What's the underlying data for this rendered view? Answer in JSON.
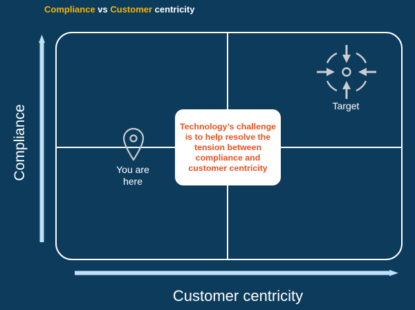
{
  "title": {
    "part1": "Compliance",
    "part2": " vs ",
    "part3": "Customer",
    "part4": " centricity"
  },
  "axes": {
    "y_label": "Compliance",
    "x_label": "Customer centricity"
  },
  "you_are_here": {
    "label_line1": "You are",
    "label_line2": "here",
    "icon": "location-pin-icon"
  },
  "target": {
    "label": "Target",
    "icon": "crosshair-target-icon"
  },
  "callout": {
    "text": "Technology’s challenge is to help resolve the tension between compliance and customer centricity"
  },
  "colors": {
    "background": "#0d3b5c",
    "lines": "#ffffff",
    "axis_arrows": "#bfe0f6",
    "title_highlight": "#f5b400",
    "callout_text": "#e8501e",
    "icons": "#c9cdd2"
  }
}
